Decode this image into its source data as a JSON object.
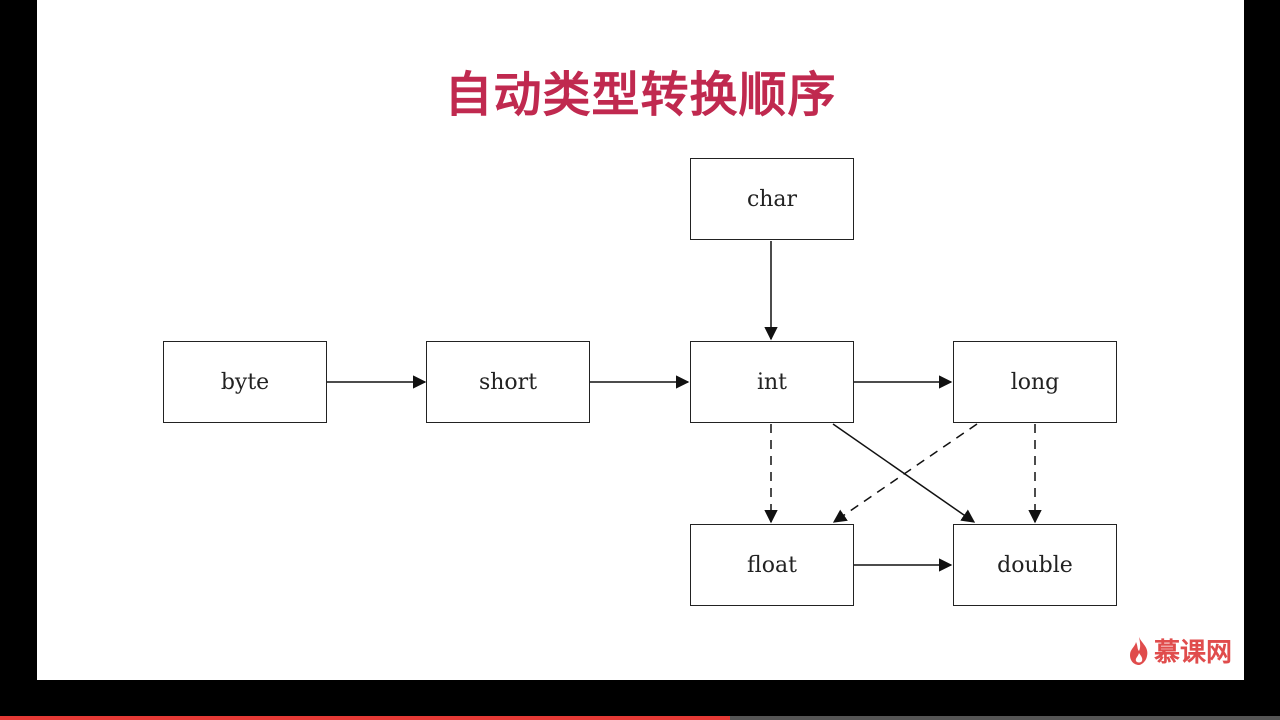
{
  "slide": {
    "title": "自动类型转换顺序"
  },
  "nodes": {
    "char": "char",
    "byte": "byte",
    "short": "short",
    "int": "int",
    "long": "long",
    "float": "float",
    "double": "double"
  },
  "logo": {
    "text": "慕课网",
    "icon": "flame-icon",
    "color": "#e04c4c"
  },
  "player": {
    "progress": 0.57,
    "accent": "#e53935"
  },
  "colors": {
    "title": "#c0294f"
  }
}
